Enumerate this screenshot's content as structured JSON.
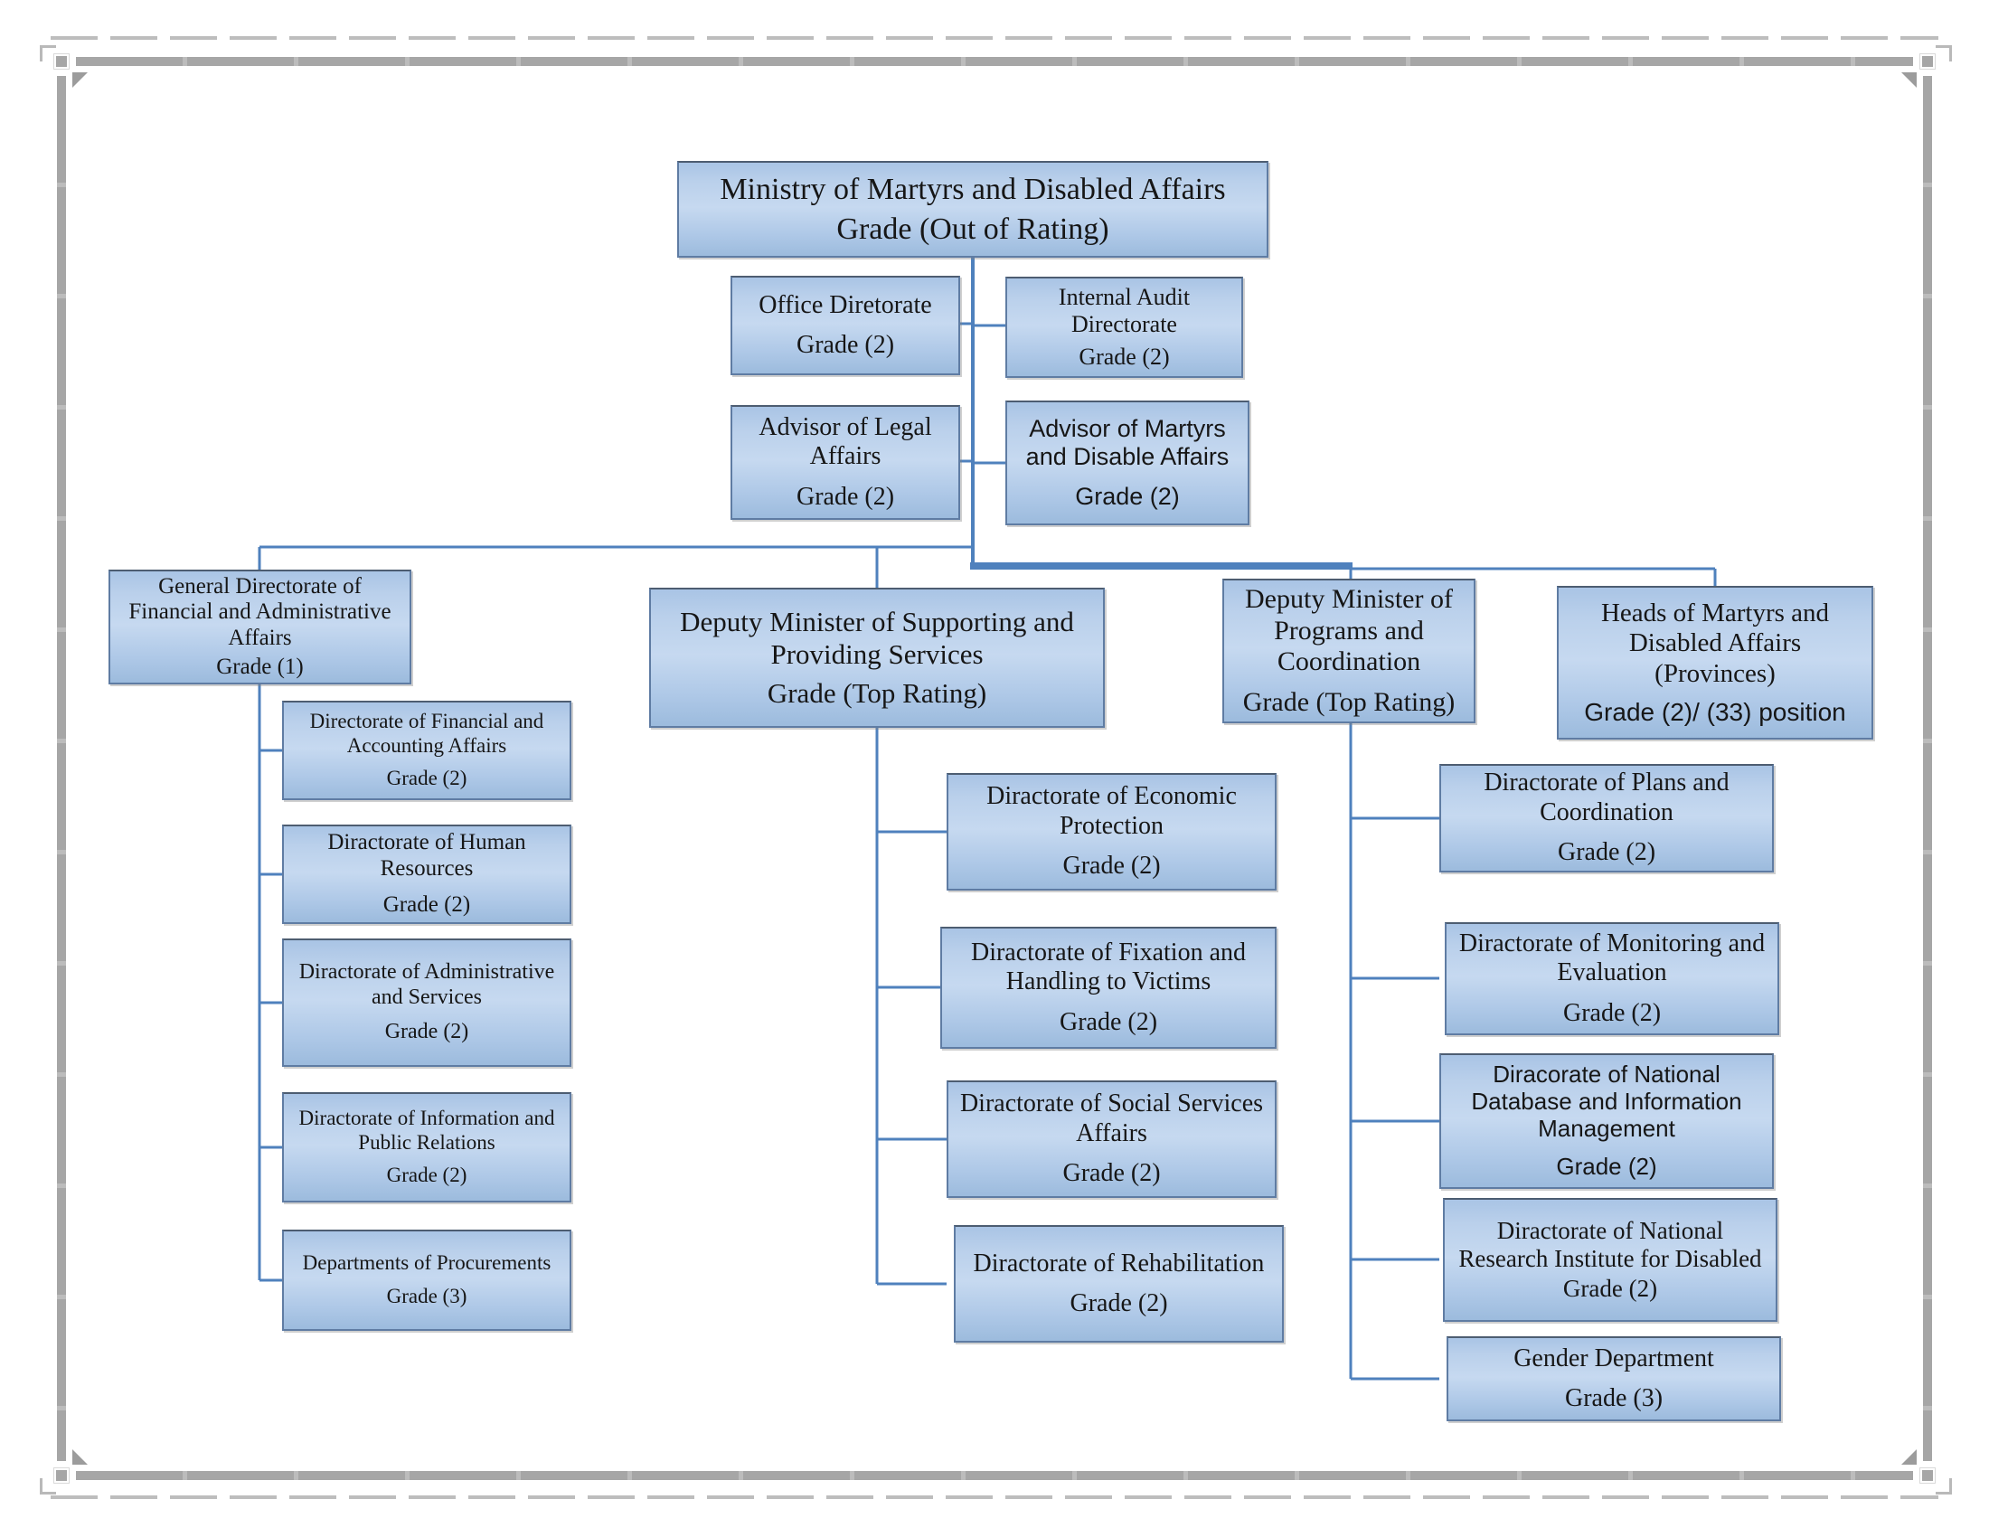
{
  "diagram_title": "Ministry of Martyrs and Disabled Affairs organizational chart",
  "colors": {
    "connector": "#4f81bd",
    "box-border": "#5f7ca3",
    "fill-top": "#a9c4e5",
    "fill-mid": "#c6d9f0",
    "fill-bottom": "#9cbbdd",
    "frame": "#a6a6a6",
    "text": "#161616"
  },
  "nodes": {
    "root": {
      "title": "Ministry of Martyrs and Disabled Affairs",
      "grade": "Grade (Out of Rating)"
    },
    "office": {
      "title": "Office Diretorate",
      "grade": "Grade (2)"
    },
    "audit": {
      "title": "Internal Audit Directorate",
      "grade": "Grade (2)"
    },
    "legal": {
      "title": "Advisor of Legal Affairs",
      "grade": "Grade (2)"
    },
    "martyrs_advisor": {
      "title": "Advisor of Martyrs and Disable Affairs",
      "grade": "Grade (2)"
    },
    "gen_financial": {
      "title": "General Directorate of Financial and Administrative Affairs",
      "grade": "Grade (1)"
    },
    "fin_accounting": {
      "title": "Directorate of Financial and Accounting Affairs",
      "grade": "Grade (2)"
    },
    "human_resources": {
      "title": "Diractorate of Human Resources",
      "grade": "Grade (2)"
    },
    "admin_services": {
      "title": "Diractorate of Administrative and Services",
      "grade": "Grade (2)"
    },
    "info_public": {
      "title": "Diractorate of Information and Public Relations",
      "grade": "Grade (2)"
    },
    "procurements": {
      "title": "Departments of Procurements",
      "grade": "Grade (3)"
    },
    "dep_supporting": {
      "title": "Deputy Minister of Supporting and Providing Services",
      "grade": "Grade (Top Rating)"
    },
    "economic": {
      "title": "Diractorate of Economic Protection",
      "grade": "Grade (2)"
    },
    "fixation": {
      "title": "Diractorate of Fixation and Handling to Victims",
      "grade": "Grade (2)"
    },
    "social": {
      "title": "Diractorate of Social Services Affairs",
      "grade": "Grade (2)"
    },
    "rehabilitation": {
      "title": "Diractorate of Rehabilitation",
      "grade": "Grade (2)"
    },
    "dep_programs": {
      "title": "Deputy Minister of Programs and Coordination",
      "grade": "Grade (Top Rating)"
    },
    "heads_provinces": {
      "title": "Heads of Martyrs and Disabled Affairs (Provinces)",
      "grade": "Grade (2)/ (33) position"
    },
    "plans": {
      "title": "Diractorate of Plans and Coordination",
      "grade": "Grade (2)"
    },
    "monitoring": {
      "title": "Diractorate of Monitoring and Evaluation",
      "grade": "Grade (2)"
    },
    "national_db": {
      "title": "Diracorate of National Database and Information Management",
      "grade": "Grade (2)"
    },
    "research": {
      "title": "Diractorate of National Research Institute for Disabled",
      "grade": "Grade (2)"
    },
    "gender": {
      "title": "Gender Department",
      "grade": "Grade (3)"
    }
  }
}
